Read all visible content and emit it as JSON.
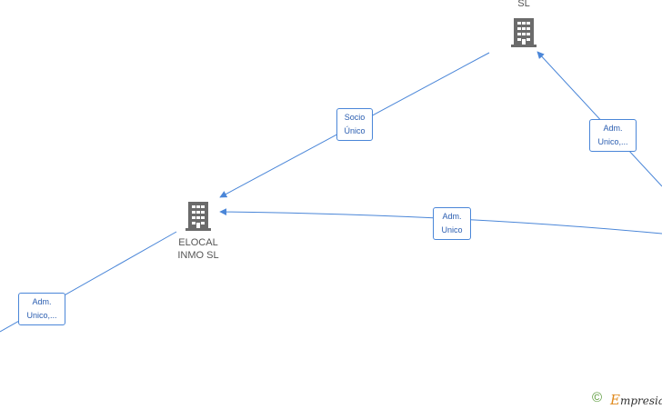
{
  "nodes": {
    "top_company": {
      "name_tail": "SL",
      "icon": "building-icon"
    },
    "elocal": {
      "name": "ELOCAL\nINMO SL",
      "icon": "building-icon"
    }
  },
  "edges": {
    "socio_unico": {
      "line1": "Socio",
      "line2": "Único"
    },
    "adm_top_right": {
      "line1": "Adm.",
      "line2": "Unico,..."
    },
    "adm_middle": {
      "line1": "Adm.",
      "line2": "Unico"
    },
    "adm_bottom_left": {
      "line1": "Adm.",
      "line2": "Unico,..."
    }
  },
  "colors": {
    "edge": "#4a86d8",
    "icon": "#6b6b6b"
  },
  "footer": {
    "copyright": "©",
    "brand_first": "E",
    "brand_rest": "mpresia"
  }
}
